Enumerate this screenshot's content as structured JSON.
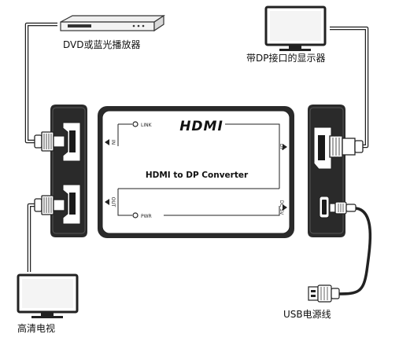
{
  "labels": {
    "dvd": "DVD或蓝光播放器",
    "dp_display": "带DP接口的显示器",
    "hdtv": "高清电视",
    "usb_power": "USB电源线"
  },
  "converter": {
    "logo": "HDMI",
    "name": "HDMI to DP Converter",
    "link": "LINK",
    "pwr": "PWR",
    "in": "IN",
    "out": "OUT",
    "dp": "DP",
    "dc5v": "DC 5V"
  }
}
